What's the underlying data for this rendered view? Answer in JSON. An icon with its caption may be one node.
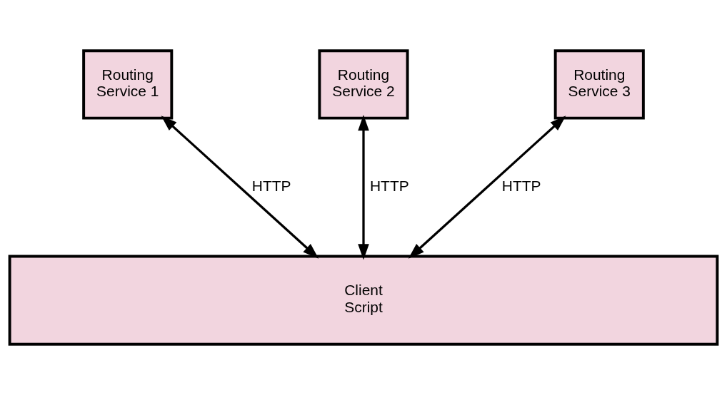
{
  "diagram": {
    "nodes": [
      {
        "text": [
          "Routing Service 1"
        ]
      },
      {
        "text": [
          "Routing Service 2"
        ]
      },
      {
        "text": [
          "Routing Service 3"
        ]
      },
      {
        "text": [
          "Client Script"
        ]
      }
    ],
    "edges": [
      {
        "from": 0,
        "to": 3,
        "arrow": "both",
        "label": "HTTP"
      },
      {
        "from": 1,
        "to": 3,
        "arrow": "both",
        "label": "HTTP"
      },
      {
        "from": 2,
        "to": 3,
        "arrow": "both",
        "label": "HTTP"
      }
    ]
  }
}
